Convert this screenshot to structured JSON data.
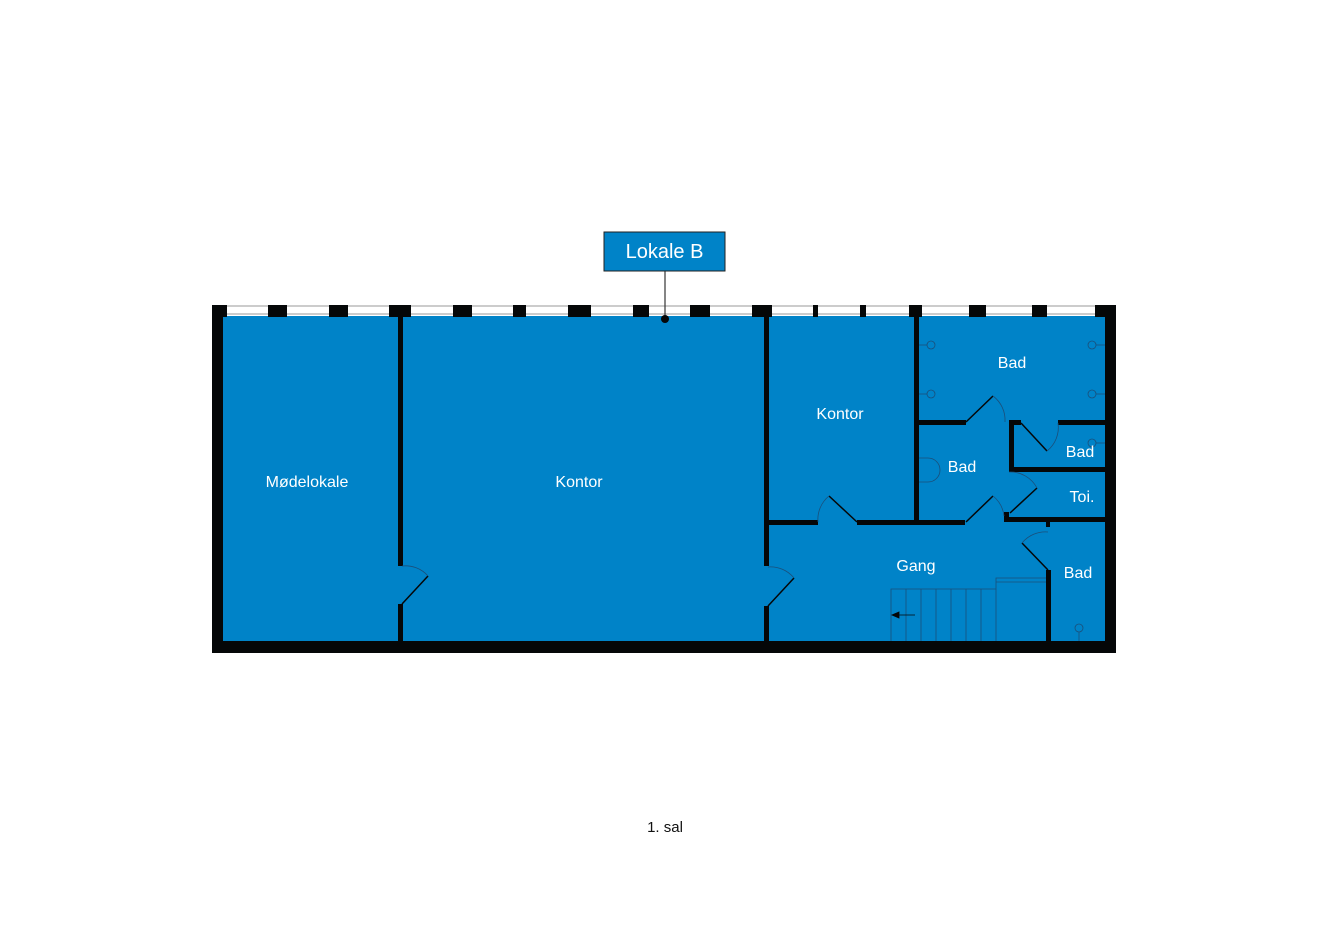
{
  "callout": {
    "label": "Lokale B"
  },
  "floor_label": "1. sal",
  "colors": {
    "room_fill": "#0083c8",
    "wall": "#050708",
    "window_line": "#9a9a9a",
    "text": "#ffffff"
  },
  "rooms": {
    "moedelokale": "Mødelokale",
    "kontor_large": "Kontor",
    "kontor_small": "Kontor",
    "bad_top": "Bad",
    "bad_mid_left": "Bad",
    "bad_mid_right": "Bad",
    "toilet": "Toi.",
    "gang": "Gang",
    "bad_bottom": "Bad"
  }
}
